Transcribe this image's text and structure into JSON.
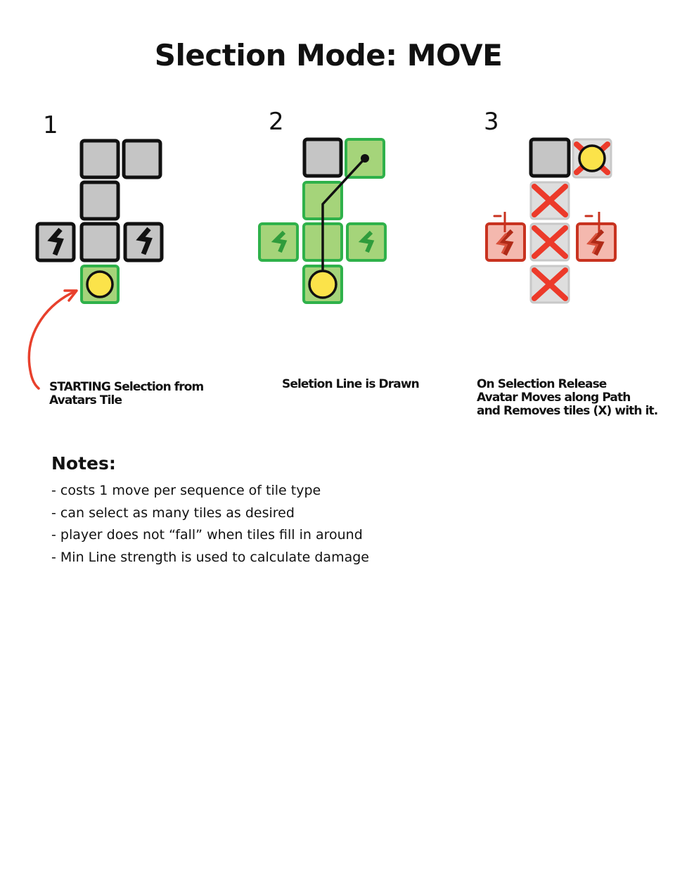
{
  "title": "Slection Mode: MOVE",
  "steps": [
    {
      "number": "1",
      "caption": [
        "STARTING Selection from",
        "Avatars Tile"
      ]
    },
    {
      "number": "2",
      "caption": [
        "Seletion Line is Drawn"
      ]
    },
    {
      "number": "3",
      "caption": [
        "On Selection Release",
        "Avatar Moves along Path",
        "and Removes tiles (X) with it."
      ]
    }
  ],
  "notes": {
    "heading": "Notes:",
    "items": [
      "- costs 1 move per sequence of tile type",
      "- can select as many tiles as desired",
      "- player does not “fall” when tiles fill in around",
      "- Min Line strength is used to calculate damage"
    ]
  },
  "colors": {
    "tile_gray": "#c5c5c5",
    "tile_outline": "#111111",
    "selected_fill": "#a5d47a",
    "selected_border": "#2fb14a",
    "avatar": "#fbe34a",
    "removed_x": "#ec3a2a",
    "damaged_fill": "#f4b8ae",
    "damaged_border": "#c8321f",
    "arrow": "#e8402c"
  },
  "icons": [
    "crack-icon",
    "avatar-token-icon",
    "remove-x-icon",
    "curved-arrow-icon"
  ]
}
